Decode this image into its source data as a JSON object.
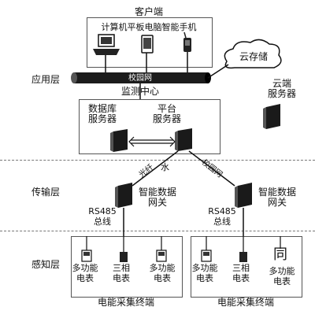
{
  "layers": {
    "application": "应用层",
    "transport": "传输层",
    "perception": "感知层"
  },
  "client": {
    "title": "客户端",
    "devices": "计算机平板电脑智能手机"
  },
  "campus_network": "校园网",
  "monitor_center": "监测中心",
  "cloud": {
    "label": "云存储",
    "server": "云端\n服务器"
  },
  "servers": {
    "database": "数据库\n服务器",
    "platform": "平台\n服务器"
  },
  "links": {
    "left": "光纤",
    "left_tail": "水",
    "right": "校园网"
  },
  "gateways": {
    "left": "智能数据\n网关",
    "right": "智能数据\n网关",
    "bus_left": "RS485\n总线",
    "bus_right": "RS485\n总线"
  },
  "terminals": {
    "left": {
      "meter_a": "多功能\n电表",
      "meter_b": "三相\n电表",
      "meter_c": "多功能\n电表",
      "caption": "电能采集终端"
    },
    "right": {
      "meter_a": "多功能\n电表",
      "meter_b": "三相\n电表",
      "glyph": "同",
      "meter_c": "多功能\n电表",
      "caption": "电能采集终端"
    }
  }
}
